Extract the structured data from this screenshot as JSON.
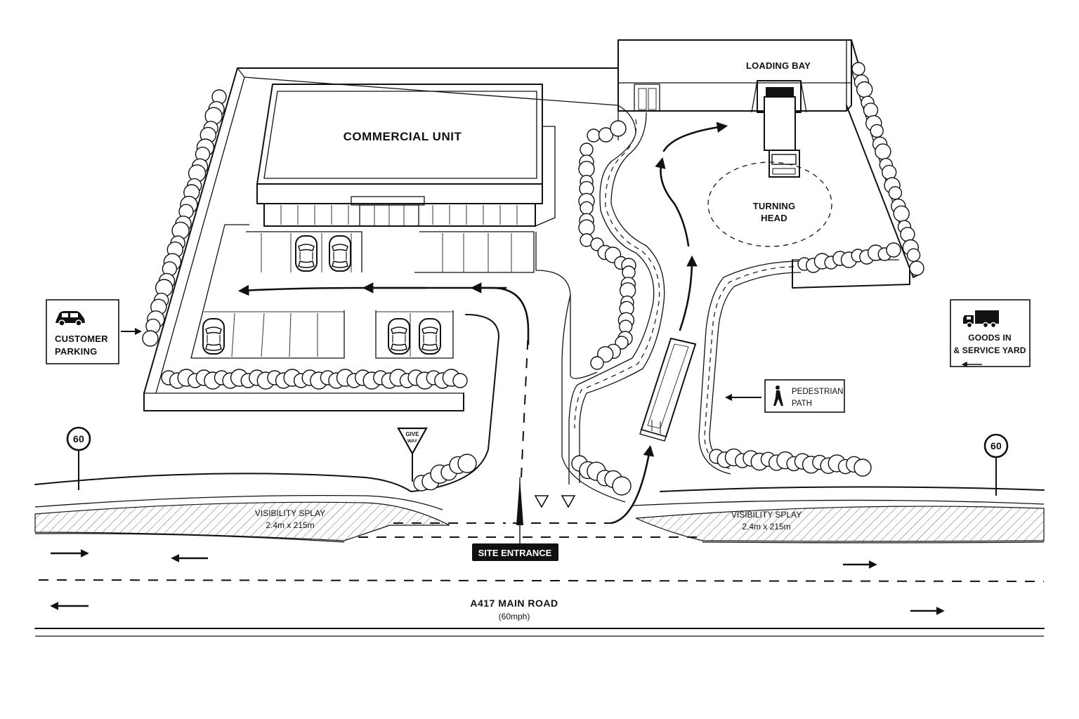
{
  "buildings": {
    "commercial_unit": "COMMERCIAL UNIT",
    "loading_bay": "LOADING BAY"
  },
  "areas": {
    "turning_head_line1": "TURNING",
    "turning_head_line2": "HEAD"
  },
  "signs": {
    "customer_parking_line1": "CUSTOMER",
    "customer_parking_line2": "PARKING",
    "goods_in_line1": "GOODS IN",
    "goods_in_line2": "& SERVICE YARD",
    "pedestrian_line1": "PEDESTRIAN",
    "pedestrian_line2": "PATH",
    "give_way_line1": "GIVE",
    "give_way_line2": "WAY",
    "speed_limit_left": "60",
    "speed_limit_right": "60",
    "site_entrance": "SITE ENTRANCE"
  },
  "splays": {
    "left_title": "VISIBILITY SPLAY",
    "left_dims": "2.4m x 215m",
    "right_title": "VISIBILITY SPLAY",
    "right_dims": "2.4m x 215m"
  },
  "road": {
    "name": "A417 MAIN ROAD",
    "speed": "(60mph)"
  },
  "icons": [
    "car-icon",
    "lorry-icon",
    "pedestrian-icon",
    "give-way-icon",
    "speed-limit-icon",
    "direction-arrow-icon"
  ]
}
